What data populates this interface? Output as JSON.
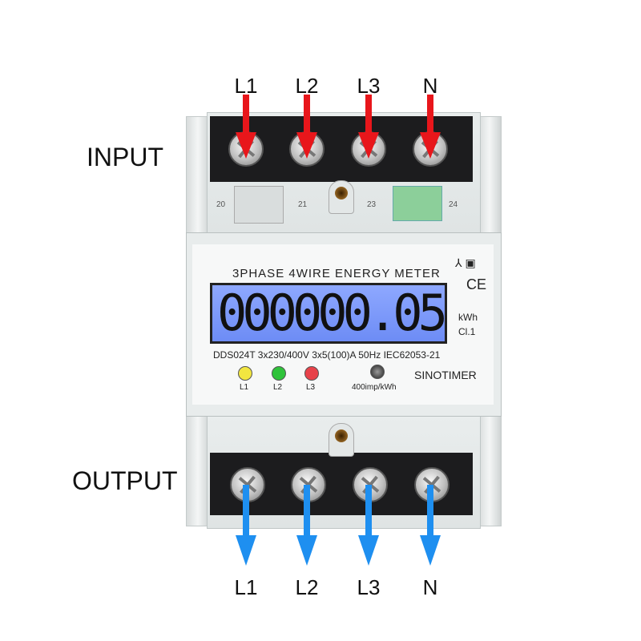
{
  "input_label": "INPUT",
  "output_label": "OUTPUT",
  "top_terminals": [
    "L1",
    "L2",
    "L3",
    "N"
  ],
  "bottom_terminals": [
    "L1",
    "L2",
    "L3",
    "N"
  ],
  "aux_terminal_numbers": [
    "20",
    "21",
    "23",
    "24"
  ],
  "meter": {
    "title": "3PHASE 4WIRE ENERGY METER",
    "reading": "000000.05",
    "unit": "kWh",
    "class": "Cl.1",
    "spec": "DDS024T 3x230/400V 3x5(100)A 50Hz IEC62053-21",
    "leds": [
      {
        "label": "L1",
        "color": "#f2e640"
      },
      {
        "label": "L2",
        "color": "#2fc33a"
      },
      {
        "label": "L3",
        "color": "#e8424a"
      }
    ],
    "pulse_label": "400imp/kWh",
    "brand": "SINOTIMER",
    "ce_mark": "CE"
  },
  "colors": {
    "input_arrow": "#e8161b",
    "output_arrow": "#1e8ff0",
    "lcd": "#7b97f8"
  }
}
